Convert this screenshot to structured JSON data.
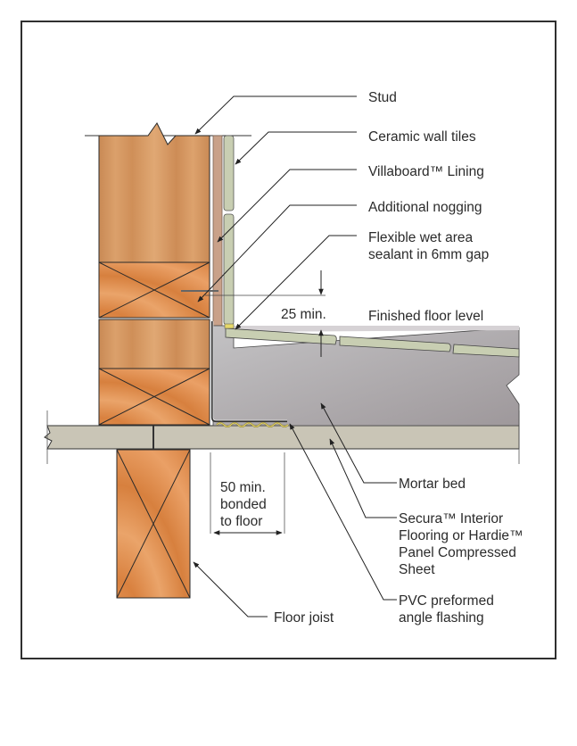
{
  "title": "Timber floor wet area junction detail",
  "labels": {
    "stud": "Stud",
    "ceramic_wall_tiles": "Ceramic wall tiles",
    "villaboard_lining": "Villaboard™ Lining",
    "additional_nogging": "Additional nogging",
    "sealant_line1": "Flexible wet area",
    "sealant_line2": "sealant in 6mm gap",
    "finished_floor_level": "Finished floor level",
    "mortar_bed": "Mortar bed",
    "flooring_line1": "Secura™ Interior",
    "flooring_line2": "Flooring or Hardie™",
    "flooring_line3": "Panel Compressed",
    "flooring_line4": "Sheet",
    "flashing_line1": "PVC preformed",
    "flashing_line2": "angle flashing",
    "floor_joist": "Floor joist"
  },
  "dimensions": {
    "upturn": "25 min.",
    "bond_line1": "50 min.",
    "bond_line2": "bonded",
    "bond_line3": "to floor"
  },
  "colors": {
    "frame": "#2f2f2f",
    "timber": "#d9955a",
    "timber_end_grain": "#e08a45",
    "villaboard": "#c9a189",
    "tile": "#c8ceb2",
    "mortar": "#a9a6a8",
    "floor_sheet": "#c9c5b6",
    "sealant": "#e6d86a"
  }
}
